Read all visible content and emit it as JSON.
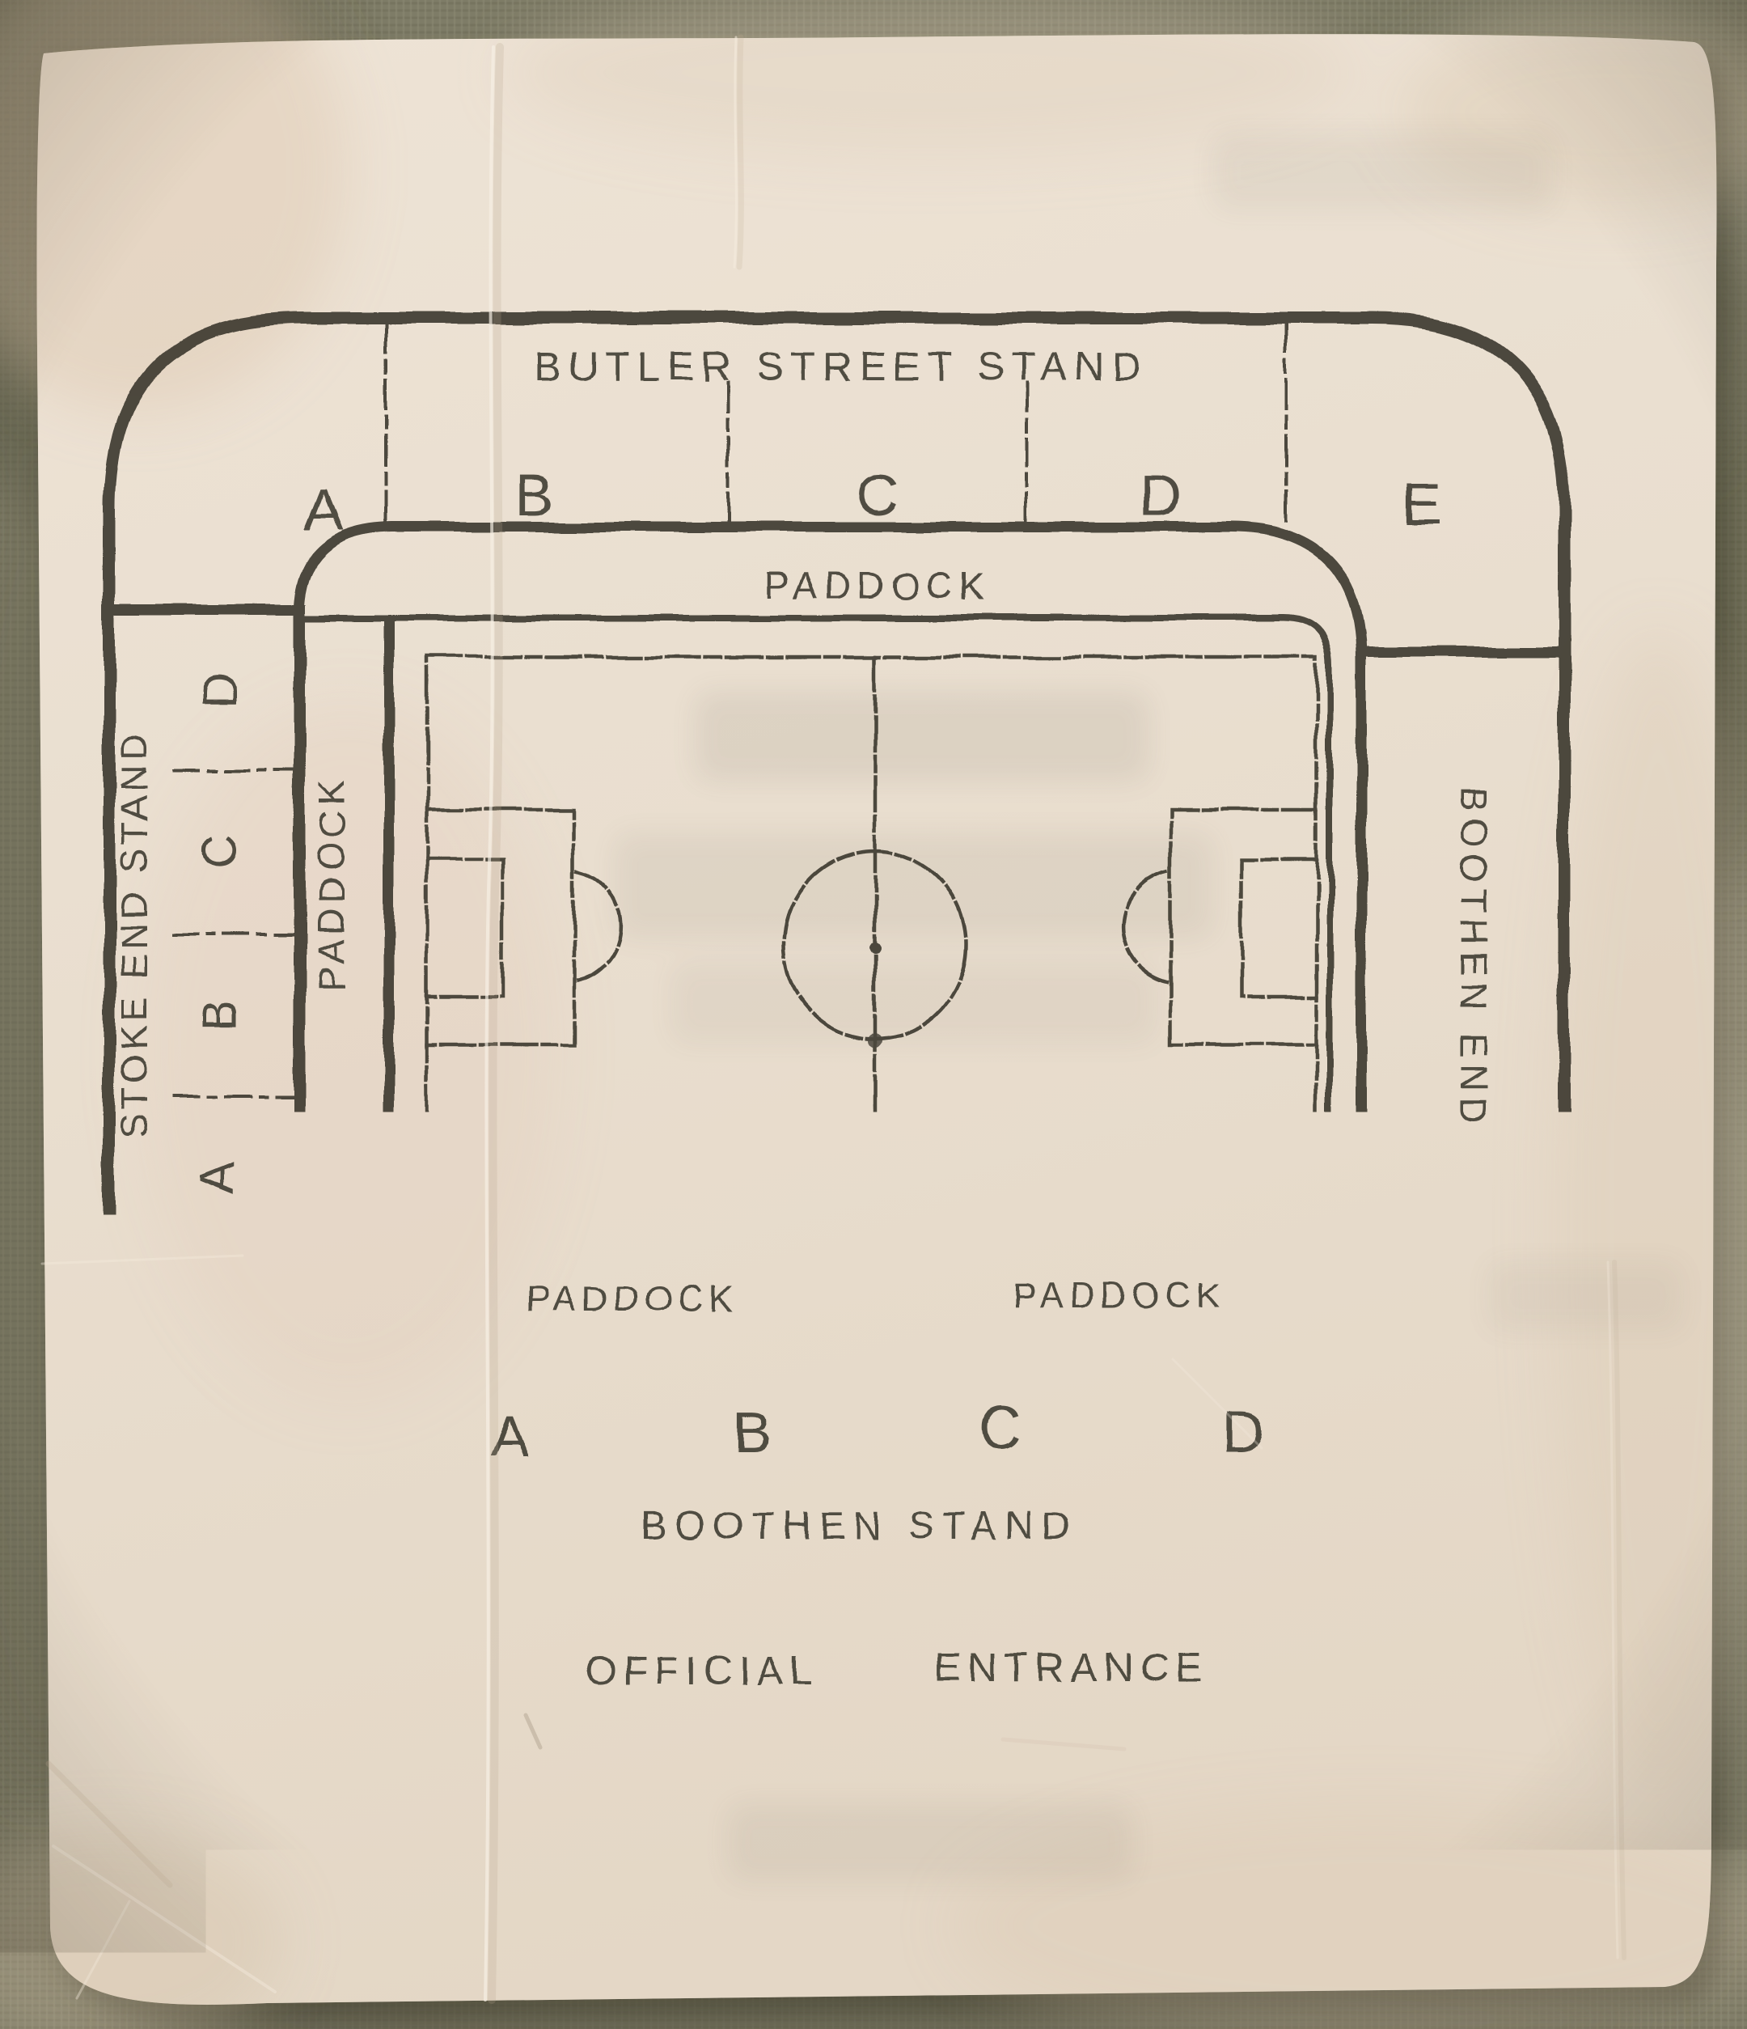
{
  "plan": {
    "north_stand": {
      "label": "BUTLER STREET STAND",
      "sections": [
        "A",
        "B",
        "C",
        "D",
        "E"
      ]
    },
    "north_paddock_label": "PADDOCK",
    "west_stand": {
      "label": "STOKE END STAND",
      "sections": [
        "D",
        "C",
        "B",
        "A"
      ]
    },
    "west_paddock_label": "PADDOCK",
    "east_end_label": "BOOTHEN END",
    "south_paddock_left_label": "PADDOCK",
    "south_paddock_right_label": "PADDOCK",
    "south_stand": {
      "label": "BOOTHEN STAND",
      "sections": [
        "A",
        "B",
        "C",
        "D"
      ]
    },
    "entrance_label": "OFFICIAL ENTRANCE"
  },
  "colors": {
    "ink": "#3b372e",
    "paper": "#eadfd0",
    "fabric": "#7d7b66"
  }
}
